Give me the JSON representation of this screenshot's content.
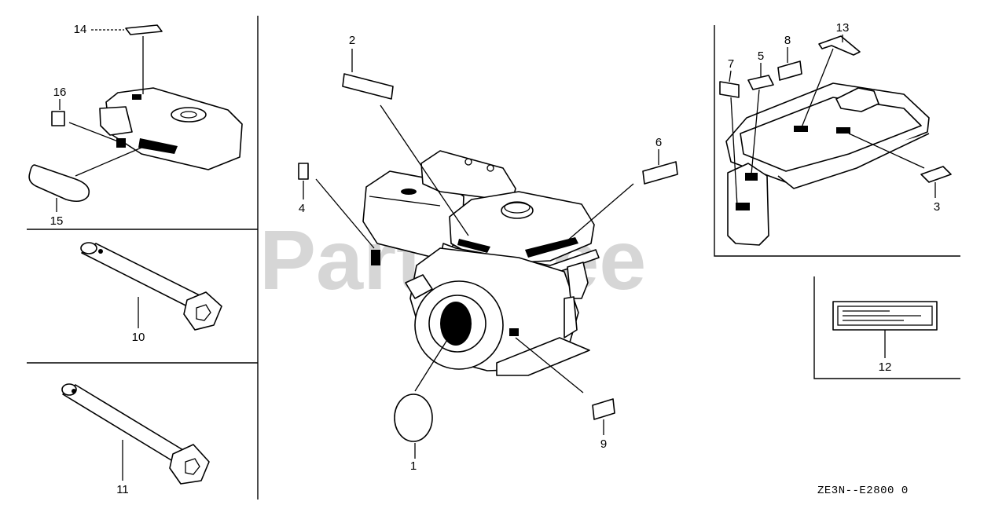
{
  "watermark": "PartsTree",
  "diagram_code": "ZE3N--E2800 0",
  "callouts": [
    "1",
    "2",
    "3",
    "4",
    "5",
    "6",
    "7",
    "8",
    "9",
    "10",
    "11",
    "12",
    "13",
    "14",
    "15",
    "16"
  ]
}
